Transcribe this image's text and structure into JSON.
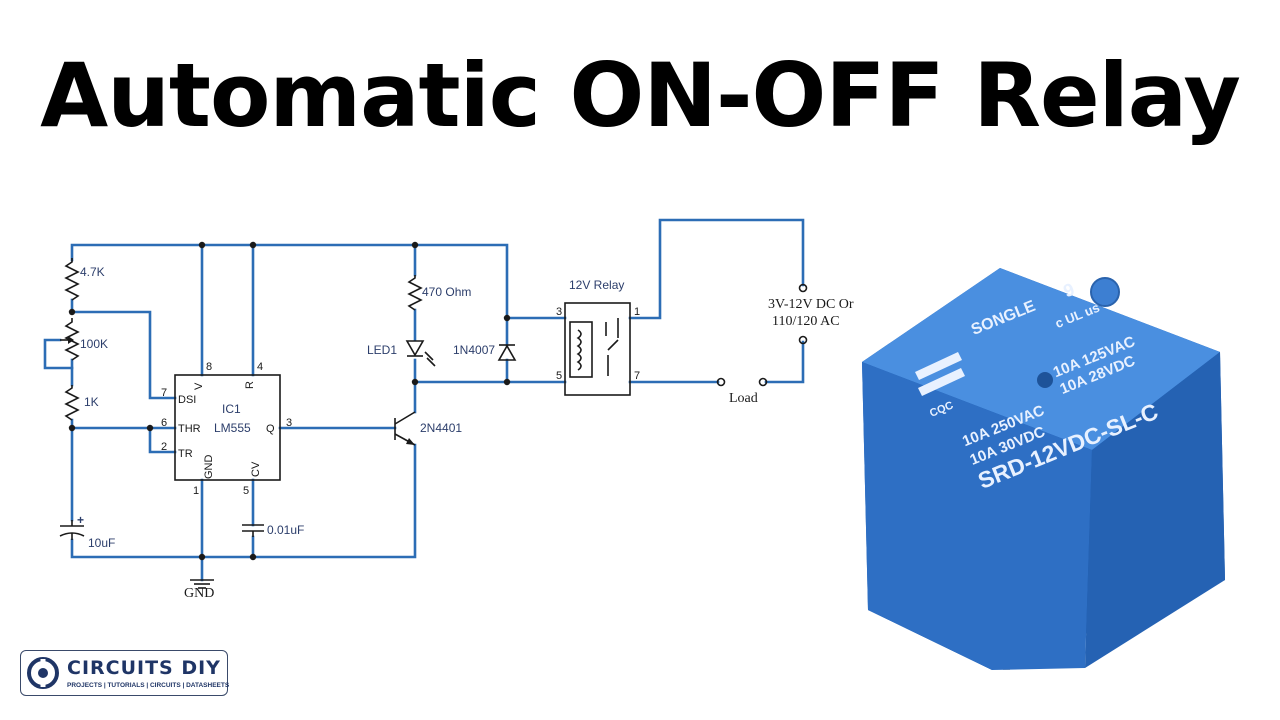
{
  "title": "Automatic ON-OFF Relay",
  "schematic": {
    "r1": "4.7K",
    "pot": "100K",
    "r2": "1K",
    "c1": "10uF",
    "c1_polarity": "+",
    "c2": "0.01uF",
    "gnd": "GND",
    "ic_ref": "IC1",
    "ic_part": "LM555",
    "ic_pins": {
      "dsi": "DSI",
      "thr": "THR",
      "tr": "TR",
      "q": "Q",
      "v": "V",
      "r": "R",
      "gnd": "GND",
      "cv": "CV",
      "n7": "7",
      "n6": "6",
      "n2": "2",
      "n3": "3",
      "n8": "8",
      "n4": "4",
      "n1": "1",
      "n5": "5"
    },
    "r3": "470 Ohm",
    "led": "LED1",
    "diode": "1N4007",
    "transistor": "2N4401",
    "relay": "12V Relay",
    "relay_pins": {
      "p3": "3",
      "p5": "5",
      "p1": "1",
      "p7": "7"
    },
    "supply": "3V-12V DC Or",
    "supply2": "110/120 AC",
    "load": "Load"
  },
  "relay_photo": {
    "brand": "SONGLE",
    "model": "SRD-12VDC-SL-C",
    "rating1": "10A 250VAC",
    "rating2": "10A 30VDC",
    "rating3": "10A 125VAC",
    "rating4": "10A 28VDC",
    "cert": "CQC",
    "ul": "c UL us",
    "num": "9",
    "body_color": "#3b7fd6"
  },
  "logo": {
    "brand": "CIRCUITS DIY",
    "tagline": "PROJECTS | TUTORIALS | CIRCUITS | DATASHEETS"
  }
}
